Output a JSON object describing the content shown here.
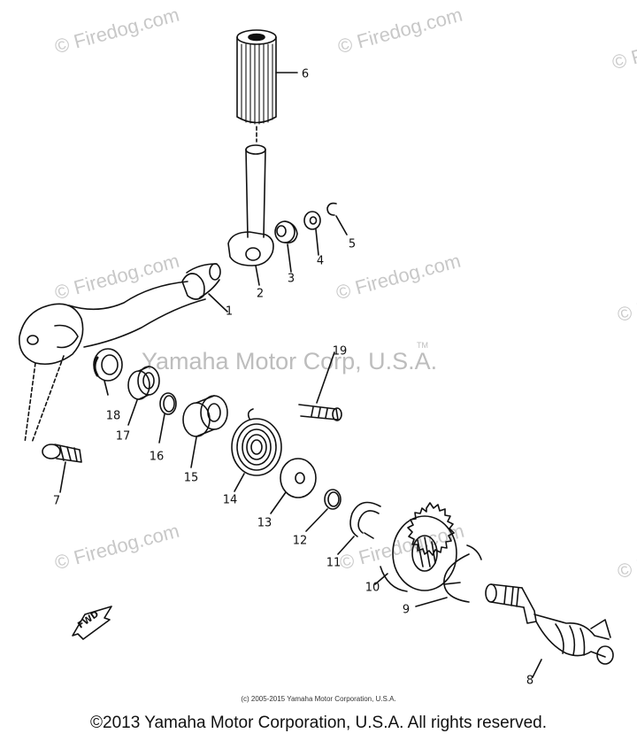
{
  "watermark": {
    "site": "© Firedog.com",
    "brand": "Yamaha Motor Corp, U.S.A.",
    "tm": "TM"
  },
  "callouts": {
    "p1": "1",
    "p2": "2",
    "p3": "3",
    "p4": "4",
    "p5": "5",
    "p6": "6",
    "p7": "7",
    "p8": "8",
    "p9": "9",
    "p10": "10",
    "p11": "11",
    "p12": "12",
    "p13": "13",
    "p14": "14",
    "p15": "15",
    "p16": "16",
    "p17": "17",
    "p18": "18",
    "p19": "19"
  },
  "fwd_label": "FWD",
  "footer": {
    "small_copyright": "(c) 2005-2015 Yamaha Motor Corporation, U.S.A.",
    "copyright": "©2013 Yamaha Motor Corporation, U.S.A. All rights reserved."
  },
  "colors": {
    "line": "#111111",
    "watermark": "#c8c8c8"
  }
}
